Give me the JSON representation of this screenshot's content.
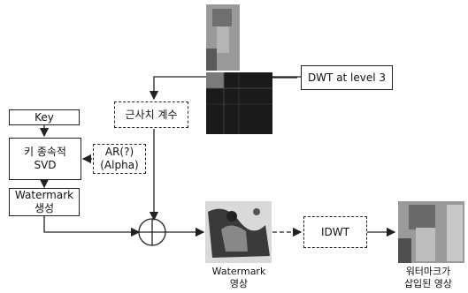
{
  "nodes": {
    "dwt_level3": "DWT at level 3",
    "key": "Key",
    "svd_line1": "키 종속적",
    "svd_line2": "SVD",
    "arr_line1": "AR(?)",
    "arr_line2": "(Alpha)",
    "wm_gen_line1": "Watermark",
    "wm_gen_line2": "생성",
    "coef": "근사치 계수",
    "idwt": "IDWT"
  },
  "captions": {
    "watermark_line1": "Watermark",
    "watermark_line2": "영상",
    "result_line1": "워터마크가",
    "result_line2": "삽입된 영상"
  },
  "colors": {
    "stroke": "#222222",
    "image_gray": "#8a8a8a",
    "image_dark": "#1a1a1a"
  }
}
